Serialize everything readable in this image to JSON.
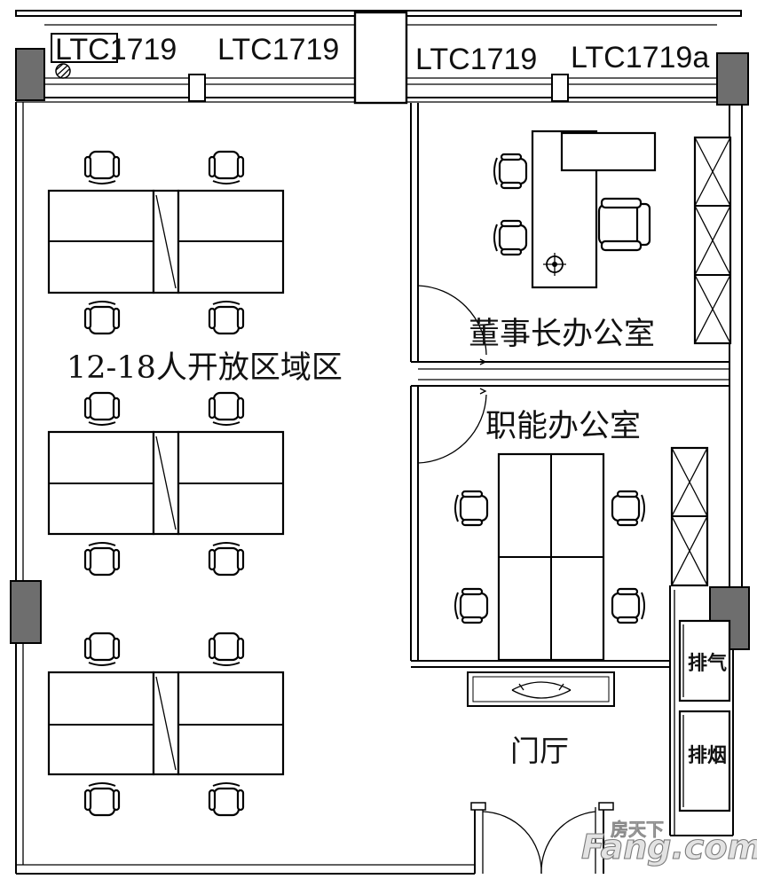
{
  "windows": {
    "w1": "LTC1719",
    "w2": "LTC1719",
    "w3": "LTC1719",
    "w4": "LTC1719a"
  },
  "rooms": {
    "open_area": "12-18人开放区域区",
    "chairman_office": "董事长办公室",
    "functional_office": "职能办公室",
    "lobby": "门厅",
    "exhaust": "排气",
    "smoke_exhaust": "排烟"
  },
  "watermark": {
    "brand_cn": "房天下",
    "brand_en": "Fang.com"
  }
}
